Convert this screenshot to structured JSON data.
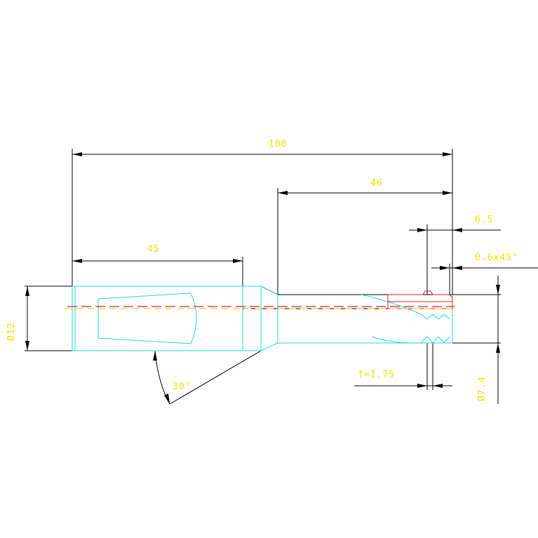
{
  "drawing": {
    "dimensions": {
      "overall_length": "100",
      "right_section_length": "46",
      "left_section_length": "45",
      "thread_offset": "6.5",
      "chamfer": "0.6x45°",
      "large_diameter": "Ø12",
      "taper_angle": "30°",
      "thread_pitch": "f=1.75",
      "small_diameter": "Ø7.4"
    },
    "colors": {
      "outline": "#000000",
      "part_edges": "#22d8e8",
      "thread_detail": "#e02020",
      "centerline": "#e8c400",
      "dimension_text": "#e8e800"
    }
  }
}
